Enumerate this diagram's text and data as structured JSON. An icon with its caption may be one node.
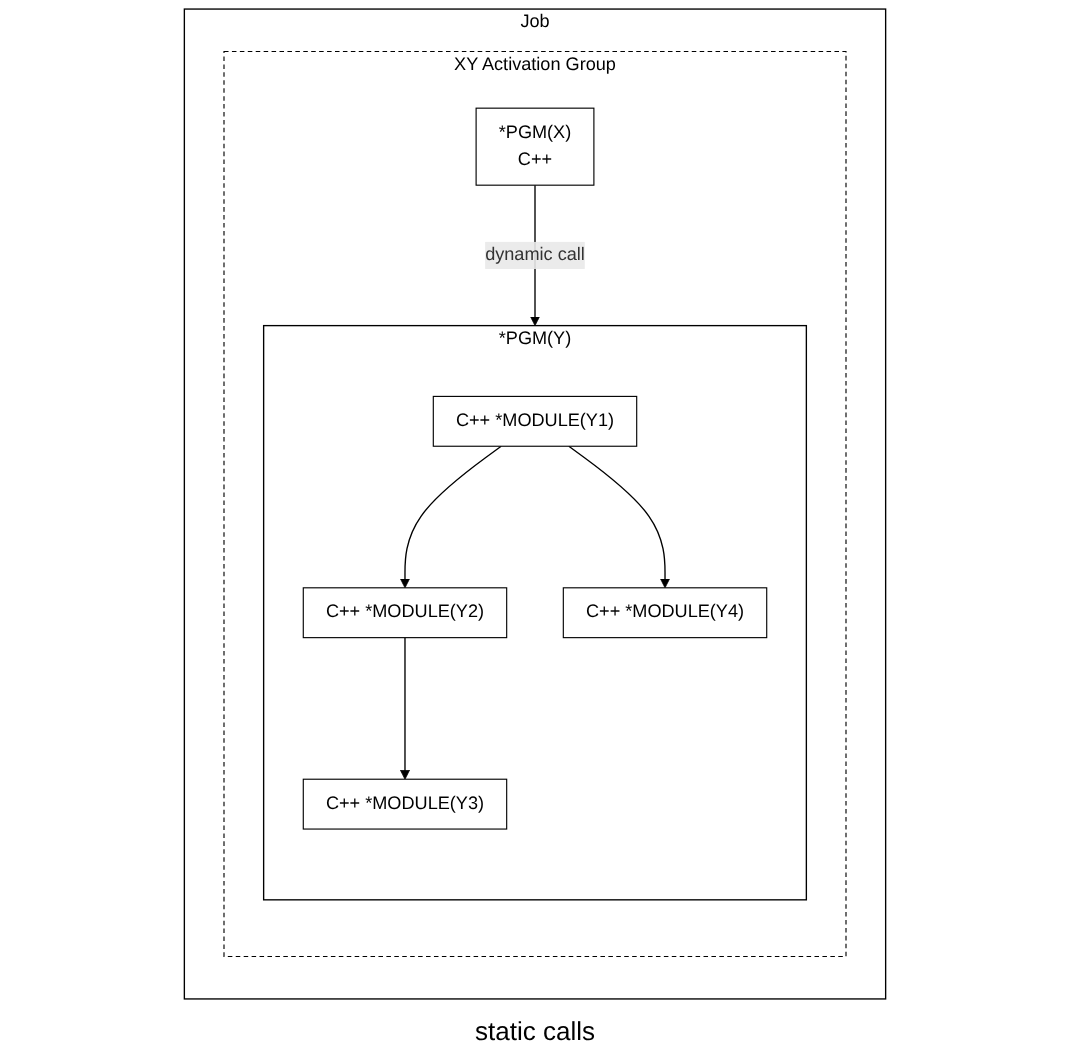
{
  "diagram": {
    "nodes": [
      {
        "text": [
          "Job"
        ]
      },
      {
        "text": [
          "XY Activation Group"
        ],
        "in": 0
      },
      {
        "text": [
          "*PGM(X)",
          "C++"
        ],
        "in": 1
      },
      {
        "text": [
          "*PGM(Y)"
        ],
        "in": 1
      },
      {
        "text": [
          "C++ *MODULE(Y1)"
        ],
        "in": 3
      },
      {
        "text": [
          "C++ *MODULE(Y2)"
        ],
        "in": 3
      },
      {
        "text": [
          "C++ *MODULE(Y3)"
        ],
        "in": 3
      },
      {
        "text": [
          "C++ *MODULE(Y4)"
        ],
        "in": 3
      }
    ],
    "edges": [
      {
        "from": 2,
        "to": 3,
        "label": "dynamic call",
        "arrow": "to"
      },
      {
        "from": 4,
        "to": 5,
        "arrow": "to"
      },
      {
        "from": 5,
        "to": 6,
        "arrow": "to"
      },
      {
        "from": 4,
        "to": 7,
        "arrow": "to"
      }
    ],
    "labels": [
      "static calls"
    ]
  }
}
